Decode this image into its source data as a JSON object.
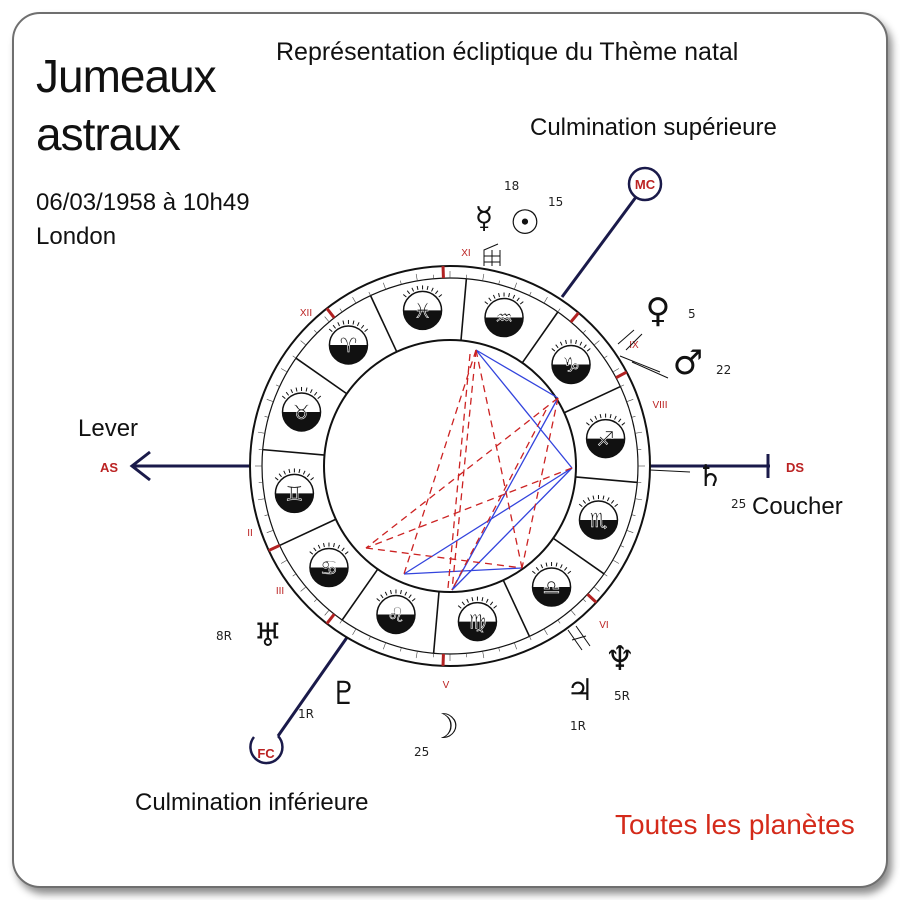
{
  "title": {
    "line1": "Jumeaux",
    "line2": "astraux"
  },
  "chart_title": "Représentation écliptique du Thème natal",
  "birth": {
    "date": "06/03/1958 à 10h49",
    "place": "London"
  },
  "labels": {
    "upper": "Culmination supérieure",
    "lower": "Culmination inférieure",
    "rise": "Lever",
    "set": "Coucher",
    "footer": "Toutes les planètes"
  },
  "angles": {
    "mc": "MC",
    "fc": "FC",
    "as": "AS",
    "ds": "DS"
  },
  "houses": [
    "XI",
    "XII",
    "II",
    "III",
    "V",
    "VI",
    "VIII",
    "IX"
  ],
  "planets": [
    {
      "name": "mercury",
      "glyph": "☿",
      "degree": "18"
    },
    {
      "name": "sun",
      "glyph": "☉",
      "degree": "15"
    },
    {
      "name": "venus",
      "glyph": "♀",
      "degree": "5"
    },
    {
      "name": "mars",
      "glyph": "♂",
      "degree": "22"
    },
    {
      "name": "saturn",
      "glyph": "♄",
      "degree": "25"
    },
    {
      "name": "neptune",
      "glyph": "♆",
      "degree": "5R"
    },
    {
      "name": "jupiter",
      "glyph": "♃",
      "degree": "1R"
    },
    {
      "name": "moon",
      "glyph": "☽",
      "degree": "25"
    },
    {
      "name": "pluto",
      "glyph": "♇",
      "degree": "1R"
    },
    {
      "name": "uranus",
      "glyph": "♅",
      "degree": "8R"
    }
  ],
  "signs": [
    {
      "name": "pisces",
      "glyph": "♓"
    },
    {
      "name": "aquarius",
      "glyph": "♒"
    },
    {
      "name": "capricorn",
      "glyph": "♑"
    },
    {
      "name": "sagittarius",
      "glyph": "♐"
    },
    {
      "name": "scorpio",
      "glyph": "♏"
    },
    {
      "name": "libra",
      "glyph": "♎"
    },
    {
      "name": "virgo",
      "glyph": "♍"
    },
    {
      "name": "leo",
      "glyph": "♌"
    },
    {
      "name": "cancer",
      "glyph": "♋"
    },
    {
      "name": "gemini",
      "glyph": "♊"
    },
    {
      "name": "taurus",
      "glyph": "♉"
    },
    {
      "name": "aries",
      "glyph": "♈"
    }
  ],
  "colors": {
    "axis": "#1a1a4a",
    "accent_red": "#d42a1a",
    "house_red": "#b22222",
    "aspect_blue": "#3344dd",
    "aspect_red": "#cc2222"
  }
}
